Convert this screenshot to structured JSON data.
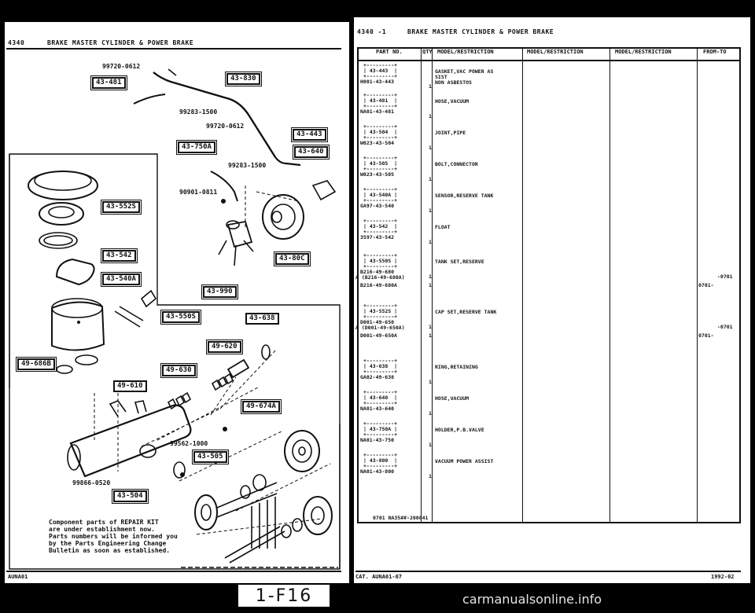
{
  "left": {
    "section_code": "4340",
    "section_title": "BRAKE MASTER CYLINDER & POWER  BRAKE",
    "callouts": [
      "43-481",
      "43-830",
      "43-750A",
      "43-443",
      "43-640",
      "43-552S",
      "43-542",
      "43-540A",
      "43-80C",
      "43-990",
      "43-550S",
      "43-638",
      "49-620",
      "49-630",
      "49-686B",
      "49-610",
      "49-674A",
      "43-505",
      "43-504"
    ],
    "drawing_numbers": [
      "99720-0612",
      "99283-1500",
      "99720-0612",
      "99283-1500",
      "90901-0811",
      "99562-1000",
      "99866-0520"
    ],
    "note_lines": [
      "Component parts of REPAIR KIT",
      "are under establishment now.",
      "Parts numbers will be informed you",
      "by the Parts Engineering Change",
      "Bulletin as soon as established."
    ],
    "footer_code": "AUNA01"
  },
  "right": {
    "section_code": "4340 -1",
    "section_title": "BRAKE MASTER CYLINDER & POWER BRAKE",
    "columns": [
      "PART NO.",
      "QTY",
      "MODEL/RESTRICTION",
      "MODEL/RESTRICTION",
      "MODEL/RESTRICTION",
      "FROM-TO"
    ],
    "rows": [
      {
        "box": "43-443",
        "part": "H001-43-443",
        "qty": "1",
        "desc": [
          "GASKET,VAC  POWER AS",
          "SIST",
          "NON ASBESTOS"
        ],
        "from_to": ""
      },
      {
        "box": "43-481",
        "part": "NA01-43-481",
        "qty": "1",
        "desc": [
          "HOSE,VACUUM"
        ],
        "from_to": ""
      },
      {
        "box": "43-504",
        "part": "W023-43-504",
        "qty": "1",
        "desc": [
          "JOINT,PIPE"
        ],
        "from_to": ""
      },
      {
        "box": "43-505",
        "part": "W023-43-505",
        "qty": "1",
        "desc": [
          "BOLT,CONNECTOR"
        ],
        "from_to": ""
      },
      {
        "box": "43-540A",
        "part": "GA97-43-540",
        "qty": "1",
        "desc": [
          "SENSOR,RESERVE TANK"
        ],
        "from_to": ""
      },
      {
        "box": "43-542",
        "part": "3597-43-542",
        "qty": "1",
        "desc": [
          "FLOAT"
        ],
        "from_to": ""
      },
      {
        "box": "43-550S",
        "part": "B216-49-680",
        "part2": "A (B216-49-680A)",
        "qty": "1",
        "desc": [
          "TANK SET,RESERVE"
        ],
        "from_to": "-0701"
      },
      {
        "box": "",
        "part": "B216-49-680A",
        "qty": "1",
        "desc": [],
        "from_to": "0701-"
      },
      {
        "box": "43-552S",
        "part": "D001-49-650",
        "part2": "A (D001-49-650A)",
        "qty": "1",
        "desc": [
          "CAP SET,RESERVE TANK"
        ],
        "from_to": "-0701"
      },
      {
        "box": "",
        "part": "D001-49-650A",
        "qty": "1",
        "desc": [],
        "from_to": "0701-"
      },
      {
        "box": "43-638",
        "part": "GA02-49-638",
        "qty": "1",
        "desc": [
          "RING,RETAINING"
        ],
        "from_to": ""
      },
      {
        "box": "43-640",
        "part": "NA01-43-640",
        "qty": "1",
        "desc": [
          "HOSE,VACUUM"
        ],
        "from_to": ""
      },
      {
        "box": "43-750A",
        "part": "NA01-43-750",
        "qty": "1",
        "desc": [
          "HOLDER,P.B.VALVE"
        ],
        "from_to": ""
      },
      {
        "box": "43-800",
        "part": "NA01-43-800",
        "qty": "1",
        "desc": [
          "VACUUM POWER ASSIST"
        ],
        "from_to": ""
      }
    ],
    "bottom_note": "0701 NA35##-200041",
    "footer_left": "CAT. AUNA01-07",
    "footer_right": "1992-02"
  },
  "page_label": "1-F16",
  "watermark": "carmanualsonline.info"
}
